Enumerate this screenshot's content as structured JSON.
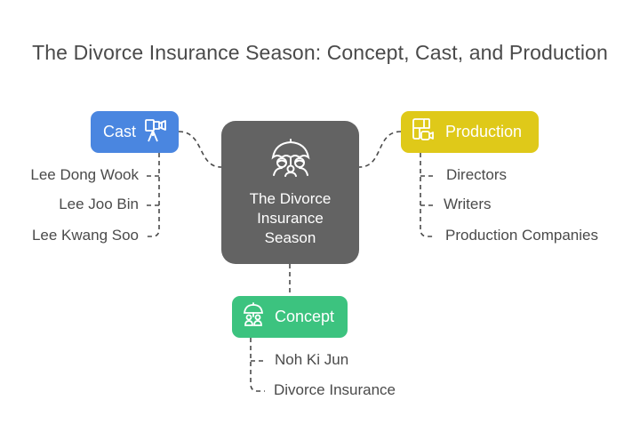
{
  "title": "The Divorce Insurance Season: Concept, Cast, and Production",
  "center": {
    "label_lines": [
      "The Divorce",
      "Insurance",
      "Season"
    ],
    "icon": "umbrella-family-icon",
    "color": "#636363"
  },
  "cast": {
    "label": "Cast",
    "icon": "film-camera-icon",
    "color": "#4a86e0",
    "items": [
      "Lee Dong Wook",
      "Lee Joo Bin",
      "Lee Kwang Soo"
    ]
  },
  "production": {
    "label": "Production",
    "icon": "layout-video-icon",
    "color": "#dfc919",
    "items": [
      "Directors",
      "Writers",
      "Production Companies"
    ]
  },
  "concept": {
    "label": "Concept",
    "icon": "umbrella-people-icon",
    "color": "#3cc37f",
    "items": [
      "Noh Ki Jun",
      "Divorce Insurance"
    ]
  }
}
